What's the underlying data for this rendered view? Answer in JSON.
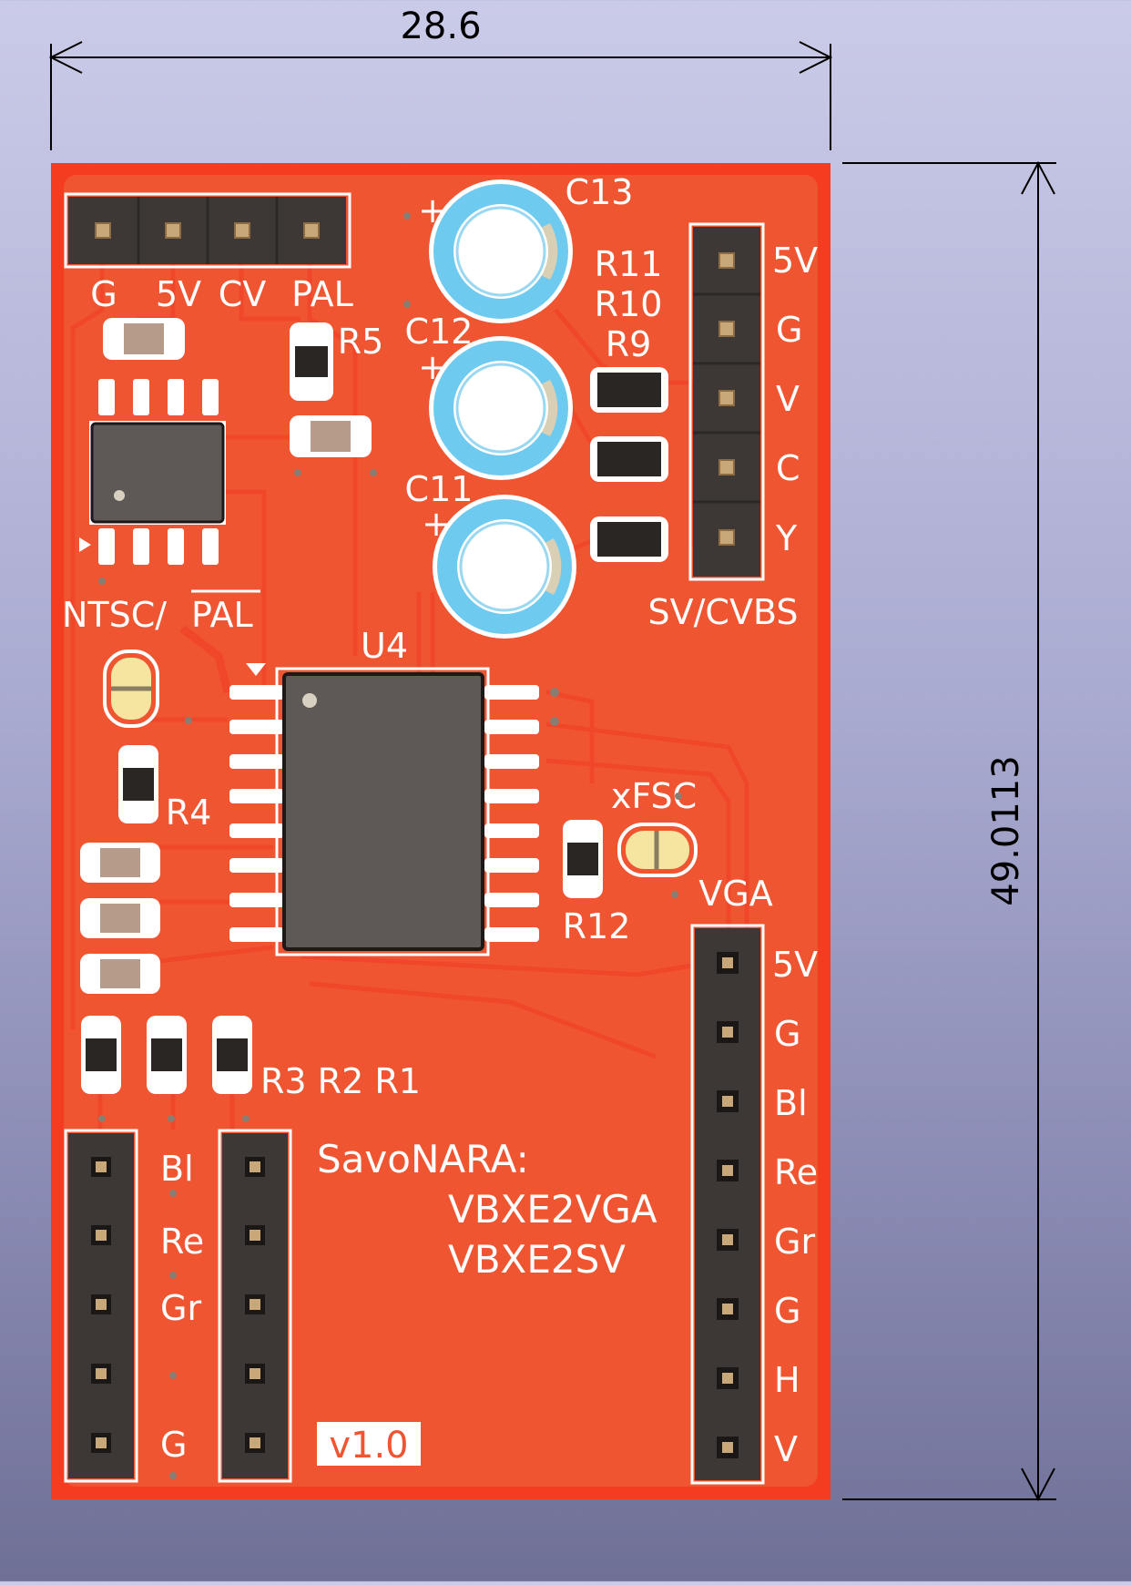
{
  "dimensions": {
    "width_label": "28.6",
    "height_label": "49.0113"
  },
  "board": {
    "colors": {
      "board": "#f43c20",
      "copper": "#f05532",
      "header_body": "#3d3836",
      "pad": "#c8a878",
      "ic_body": "#5e5856",
      "cap_blue": "#7fd0f0"
    },
    "top_header": {
      "labels": [
        "G",
        "5V",
        "CV",
        "PAL"
      ]
    },
    "sv_header": {
      "labels": [
        "5V",
        "G",
        "V",
        "C",
        "Y"
      ],
      "title": "SV/CVBS"
    },
    "vga_header": {
      "title": "VGA",
      "labels": [
        "5V",
        "G",
        "Bl",
        "Re",
        "Gr",
        "G",
        "H",
        "V"
      ]
    },
    "left_header": {
      "labels": [
        "Bl",
        "Re",
        "Gr",
        "G"
      ]
    },
    "components": {
      "c13": "C13",
      "c12": "C12",
      "c11": "C11",
      "cap_plus": "+",
      "r11": "R11",
      "r10": "R10",
      "r9": "R9",
      "r5": "R5",
      "r4": "R4",
      "r12": "R12",
      "r321": "R3 R2 R1",
      "u4": "U4",
      "ntsc": "NTSC/",
      "pal": "PAL",
      "xfsc": "xFSC"
    },
    "title_lines": [
      "SavoNARA:",
      "VBXE2VGA",
      "VBXE2SV"
    ],
    "version": "v1.0"
  }
}
